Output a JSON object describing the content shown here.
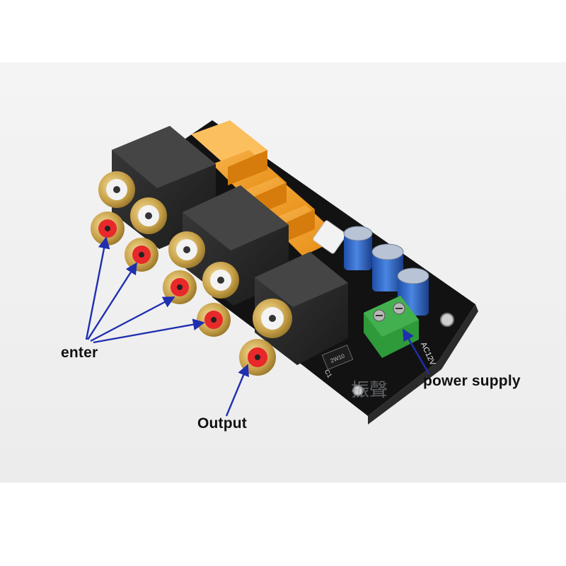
{
  "labels": {
    "enter": "enter",
    "output": "Output",
    "power_supply": "power supply"
  },
  "board_markings": {
    "voltage": "AC12V",
    "chip": "2W10",
    "cap_ref": "C1",
    "watermark": "振聲"
  },
  "colors": {
    "backdrop": "#f2f2f2",
    "pcb": "#121212",
    "jack_housing": "#2a2a2a",
    "relay": "#f39a1e",
    "capacitor": "#2f66c8",
    "terminal_block": "#2e9a3a",
    "gold": "#c9a24a",
    "arrow": "#1f2fb0"
  },
  "counts": {
    "input_arrows": 4,
    "output_arrows": 1,
    "power_arrows": 1
  }
}
